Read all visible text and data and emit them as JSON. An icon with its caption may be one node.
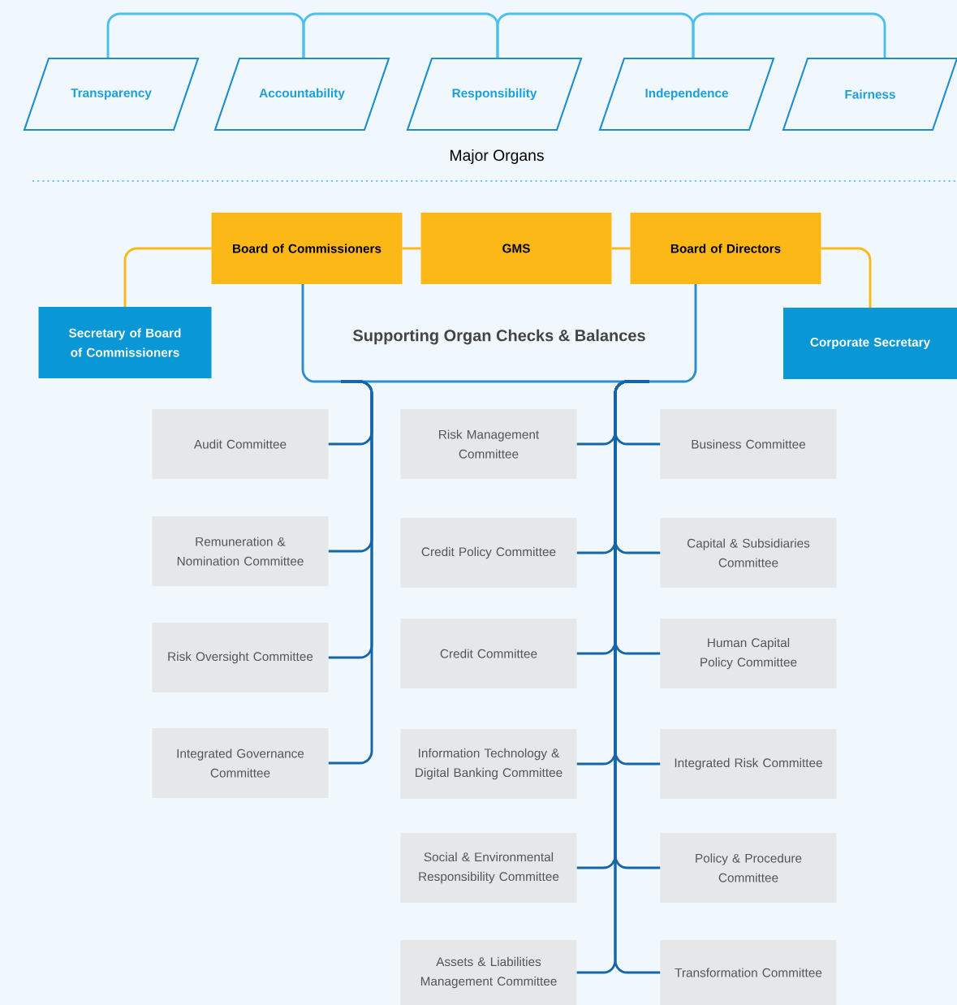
{
  "diagram": {
    "nodes": [
      {
        "text": [
          "Transparency"
        ]
      },
      {
        "text": [
          "Accountability"
        ]
      },
      {
        "text": [
          "Responsibility"
        ]
      },
      {
        "text": [
          "Independence"
        ]
      },
      {
        "text": [
          "Fairness"
        ]
      },
      {
        "text": [
          "Board of Commissioners"
        ]
      },
      {
        "text": [
          "GMS"
        ]
      },
      {
        "text": [
          "Board of Directors"
        ]
      },
      {
        "text": [
          "Secretary of Board of Commissioners"
        ]
      },
      {
        "text": [
          "Corporate Secretary"
        ]
      },
      {
        "text": [
          "Supporting Organ Checks & Balances"
        ]
      },
      {
        "text": [
          "Audit Committee"
        ]
      },
      {
        "text": [
          "Remuneration & Nomination Committee"
        ]
      },
      {
        "text": [
          "Risk Oversight Committee"
        ]
      },
      {
        "text": [
          "Integrated Governance Committee"
        ]
      },
      {
        "text": [
          "Risk Management Committee"
        ]
      },
      {
        "text": [
          "Credit Policy Committee"
        ]
      },
      {
        "text": [
          "Credit Committee"
        ]
      },
      {
        "text": [
          "Information Technology & Digital Banking Committee"
        ]
      },
      {
        "text": [
          "Social & Environmental Responsibility Committee"
        ]
      },
      {
        "text": [
          "Assets & Liabilities Management Committee"
        ]
      },
      {
        "text": [
          "Business Committee"
        ]
      },
      {
        "text": [
          "Capital & Subsidiaries Committee"
        ]
      },
      {
        "text": [
          "Human Capital Policy Committee"
        ]
      },
      {
        "text": [
          "Integrated Risk Committee"
        ]
      },
      {
        "text": [
          "Policy & Procedure Committee"
        ]
      },
      {
        "text": [
          "Transformation Committee"
        ]
      }
    ],
    "edges": [
      {
        "from": 0,
        "to": 1,
        "arrow": "none",
        "color": "#4cc0ec"
      },
      {
        "from": 1,
        "to": 2,
        "arrow": "none",
        "color": "#4cc0ec"
      },
      {
        "from": 2,
        "to": 3,
        "arrow": "none",
        "color": "#4cc0ec"
      },
      {
        "from": 3,
        "to": 4,
        "arrow": "none",
        "color": "#4cc0ec"
      },
      {
        "from": 5,
        "to": 6,
        "arrow": "none",
        "color": "#fbb817"
      },
      {
        "from": 6,
        "to": 7,
        "arrow": "none",
        "color": "#fbb817"
      },
      {
        "from": 5,
        "to": 8,
        "arrow": "none",
        "color": "#fbb817"
      },
      {
        "from": 7,
        "to": 9,
        "arrow": "none",
        "color": "#fbb817"
      },
      {
        "from": 5,
        "to": 10,
        "arrow": "none",
        "color": "#2e8ccc"
      },
      {
        "from": 7,
        "to": 10,
        "arrow": "none",
        "color": "#2e8ccc"
      },
      {
        "from": 10,
        "to": 11,
        "arrow": "none"
      },
      {
        "from": 10,
        "to": 12,
        "arrow": "none"
      },
      {
        "from": 10,
        "to": 13,
        "arrow": "none"
      },
      {
        "from": 10,
        "to": 14,
        "arrow": "none"
      },
      {
        "from": 10,
        "to": 15,
        "arrow": "none"
      },
      {
        "from": 10,
        "to": 16,
        "arrow": "none"
      },
      {
        "from": 10,
        "to": 17,
        "arrow": "none"
      },
      {
        "from": 10,
        "to": 18,
        "arrow": "none"
      },
      {
        "from": 10,
        "to": 19,
        "arrow": "none"
      },
      {
        "from": 10,
        "to": 20,
        "arrow": "none"
      },
      {
        "from": 10,
        "to": 21,
        "arrow": "none"
      },
      {
        "from": 10,
        "to": 22,
        "arrow": "none"
      },
      {
        "from": 10,
        "to": 23,
        "arrow": "none"
      },
      {
        "from": 10,
        "to": 24,
        "arrow": "none"
      },
      {
        "from": 10,
        "to": 25,
        "arrow": "none"
      },
      {
        "from": 10,
        "to": 26,
        "arrow": "none"
      }
    ],
    "labels": [
      "Major Organs"
    ]
  }
}
